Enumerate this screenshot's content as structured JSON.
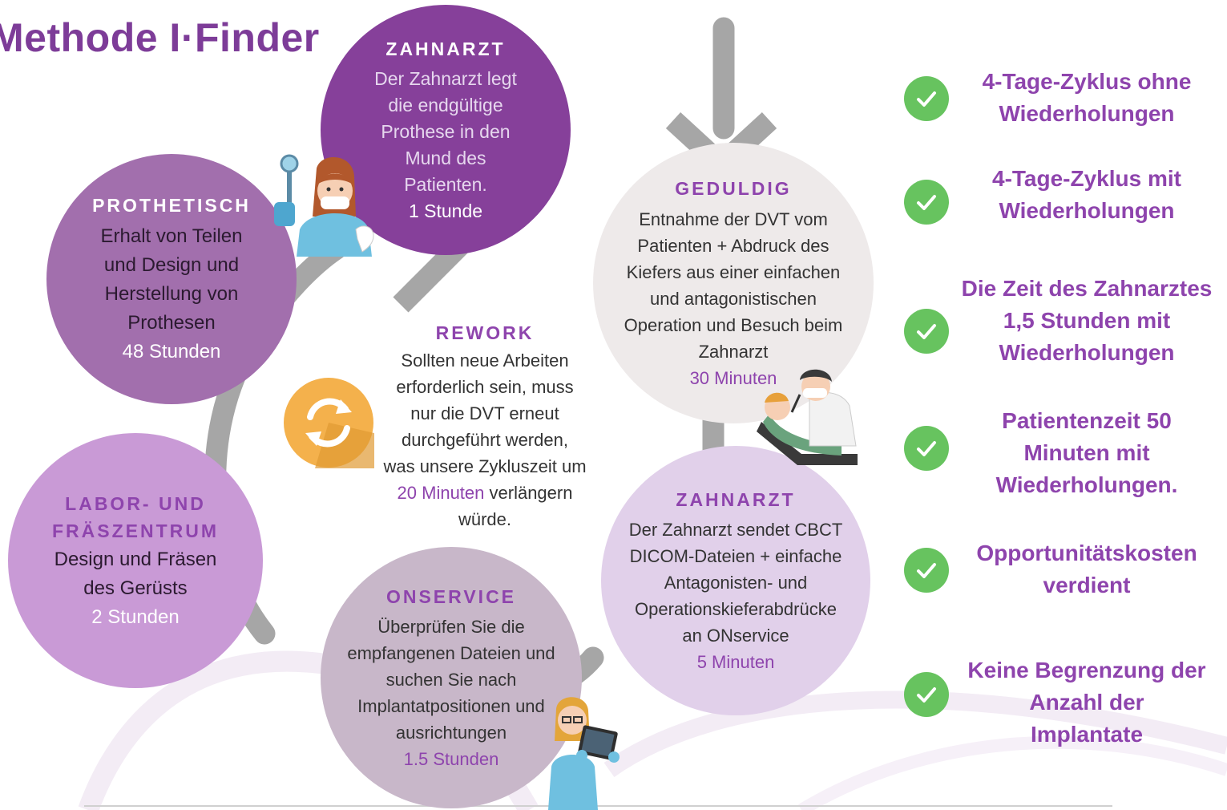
{
  "header": {
    "title": "Methode I·Finder"
  },
  "colors": {
    "dark_purple": "#86409a",
    "mid_purple": "#a26fad",
    "light_purple": "#c99ad6",
    "mauve": "#c8b7c9",
    "pale_lilac": "#e1d0ea",
    "pale_gray": "#eeeaea",
    "check_green": "#67c35f",
    "arrow_gray": "#a6a6a6",
    "recycle_orange": "#f4b14c"
  },
  "steps": {
    "zahnarzt_top": {
      "title": "ZAHNARZT",
      "body": [
        "Der Zahnarzt legt",
        "die endgültige",
        "Prothese in den",
        "Mund des",
        "Patienten."
      ],
      "time": "1 Stunde"
    },
    "prothetisch": {
      "title": "PROTHETISCH",
      "body": [
        "Erhalt von Teilen",
        "und Design und",
        "Herstellung von",
        "Prothesen"
      ],
      "time": "48 Stunden"
    },
    "geduldig": {
      "title": "GEDULDIG",
      "body": [
        "Entnahme der DVT vom",
        "Patienten + Abdruck des",
        "Kiefers aus einer einfachen",
        "und antagonistischen",
        "Operation und Besuch beim",
        "Zahnarzt"
      ],
      "time": "30 Minuten"
    },
    "labor": {
      "title_lines": [
        "LABOR- UND",
        "FRÄSZENTRUM"
      ],
      "body": [
        "Design und Fräsen",
        "des Gerüsts"
      ],
      "time": "2 Stunden"
    },
    "zahnarzt_right": {
      "title": "ZAHNARZT",
      "body": [
        "Der Zahnarzt sendet CBCT",
        "DICOM-Dateien + einfache",
        "Antagonisten- und",
        "Operationskieferabdrücke",
        "an ONservice"
      ],
      "time": "5 Minuten"
    },
    "onservice": {
      "title": "ONSERVICE",
      "body": [
        "Überprüfen Sie die",
        "empfangenen Dateien und",
        "suchen Sie nach",
        "Implantatpositionen und",
        "ausrichtungen"
      ],
      "time": "1.5 Stunden"
    }
  },
  "rework": {
    "title": "REWORK",
    "body": [
      "Sollten neue Arbeiten",
      "erforderlich sein, muss",
      "nur die DVT erneut",
      "durchgeführt werden,",
      "was unsere Zykluszeit um"
    ],
    "highlight": "20 Minuten",
    "after_highlight": " verlängern",
    "last": "würde."
  },
  "benefits": [
    {
      "lines": [
        "4-Tage-Zyklus ohne",
        "Wiederholungen"
      ],
      "icon": "check-icon"
    },
    {
      "lines": [
        "4-Tage-Zyklus mit",
        "Wiederholungen"
      ],
      "icon": "check-icon"
    },
    {
      "lines": [
        "Die Zeit des Zahnarztes",
        "1,5 Stunden mit",
        "Wiederholungen"
      ],
      "icon": "check-icon"
    },
    {
      "lines": [
        "Patientenzeit 50",
        "Minuten mit",
        "Wiederholungen."
      ],
      "icon": "check-icon"
    },
    {
      "lines": [
        "Opportunitätskosten",
        "verdient"
      ],
      "icon": "check-icon"
    },
    {
      "lines": [
        "Keine Begrenzung der",
        "Anzahl der",
        "Implantate"
      ],
      "icon": "check-icon"
    }
  ],
  "icons": {
    "recycle": "recycle-icon",
    "dentist_woman": "dentist-woman-icon",
    "dentist_patient": "dentist-patient-icon",
    "technician": "technician-tablet-icon"
  }
}
